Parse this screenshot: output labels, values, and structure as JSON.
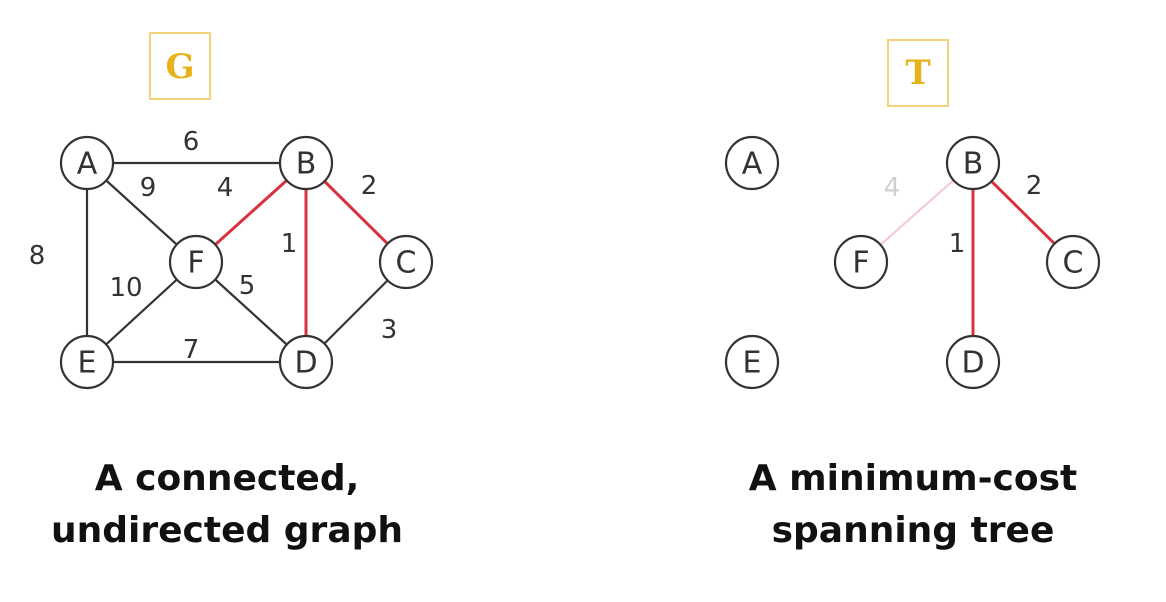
{
  "left_panel": {
    "badge": "G",
    "caption_line1": "A connected,",
    "caption_line2": "undirected graph",
    "nodes": [
      "A",
      "B",
      "C",
      "D",
      "E",
      "F"
    ],
    "edges": [
      {
        "from": "A",
        "to": "B",
        "weight": "6",
        "highlight": false
      },
      {
        "from": "A",
        "to": "F",
        "weight": "9",
        "highlight": false
      },
      {
        "from": "A",
        "to": "E",
        "weight": "8",
        "highlight": false
      },
      {
        "from": "F",
        "to": "B",
        "weight": "4",
        "highlight": true
      },
      {
        "from": "B",
        "to": "D",
        "weight": "1",
        "highlight": true
      },
      {
        "from": "B",
        "to": "C",
        "weight": "2",
        "highlight": true
      },
      {
        "from": "F",
        "to": "E",
        "weight": "10",
        "highlight": false
      },
      {
        "from": "F",
        "to": "D",
        "weight": "5",
        "highlight": false
      },
      {
        "from": "E",
        "to": "D",
        "weight": "7",
        "highlight": false
      },
      {
        "from": "D",
        "to": "C",
        "weight": "3",
        "highlight": false
      }
    ]
  },
  "right_panel": {
    "badge": "T",
    "caption_line1": "A minimum-cost",
    "caption_line2": "spanning tree",
    "nodes": [
      "A",
      "B",
      "C",
      "D",
      "E",
      "F"
    ],
    "edges": [
      {
        "from": "B",
        "to": "F",
        "weight": "4",
        "style": "faded"
      },
      {
        "from": "B",
        "to": "D",
        "weight": "1",
        "style": "highlight"
      },
      {
        "from": "B",
        "to": "C",
        "weight": "2",
        "style": "highlight"
      }
    ]
  },
  "colors": {
    "edge": "#333333",
    "highlight": "#d9323f",
    "faded_edge": "#f3c9cf",
    "faded_weight": "#cfcfcf",
    "badge_text": "#e8b21a",
    "badge_border": "#f3d27a"
  }
}
